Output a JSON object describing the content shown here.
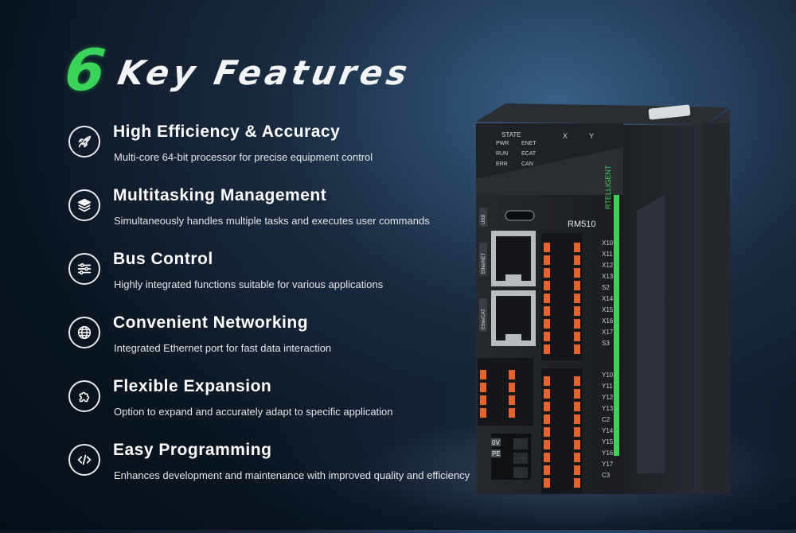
{
  "headline": {
    "number": "6",
    "title": "Key Features"
  },
  "features": [
    {
      "icon": "rocket-icon",
      "title": "High Efficiency & Accuracy",
      "description": "Multi-core 64-bit processor for precise equipment control"
    },
    {
      "icon": "layers-icon",
      "title": "Multitasking Management",
      "description": "Simultaneously handles multiple tasks and executes user commands"
    },
    {
      "icon": "sliders-icon",
      "title": "Bus Control",
      "description": "Highly integrated functions suitable for various applications"
    },
    {
      "icon": "globe-icon",
      "title": "Convenient Networking",
      "description": "Integrated Ethernet port for fast data interaction"
    },
    {
      "icon": "puzzle-icon",
      "title": "Flexible Expansion",
      "description": "Option to expand and accurately adapt to specific application"
    },
    {
      "icon": "code-icon",
      "title": "Easy Programming",
      "description": "Enhances development and maintenance with improved quality and efficiency"
    }
  ],
  "device": {
    "model": "RM510",
    "brand_fragment": "RTELLIGENT",
    "state_label": "STATE",
    "leds": [
      "PWR",
      "ENET",
      "RUN",
      "ECAT",
      "ERR",
      "CAN"
    ],
    "x_label": "X",
    "y_label": "Y",
    "ports": [
      "USB",
      "EtherNET",
      "EtherCAT"
    ],
    "x_terminals": [
      "X10",
      "X11",
      "X12",
      "X13",
      "S2",
      "X14",
      "X15",
      "X16",
      "X17",
      "S3"
    ],
    "y_terminals": [
      "Y10",
      "Y11",
      "Y12",
      "Y13",
      "C2",
      "Y14",
      "Y15",
      "Y16",
      "Y17",
      "C3"
    ],
    "power_labels": [
      "0V",
      "PE"
    ]
  },
  "colors": {
    "accent_green": "#3ad45a",
    "terminal_orange": "#e8622a"
  }
}
